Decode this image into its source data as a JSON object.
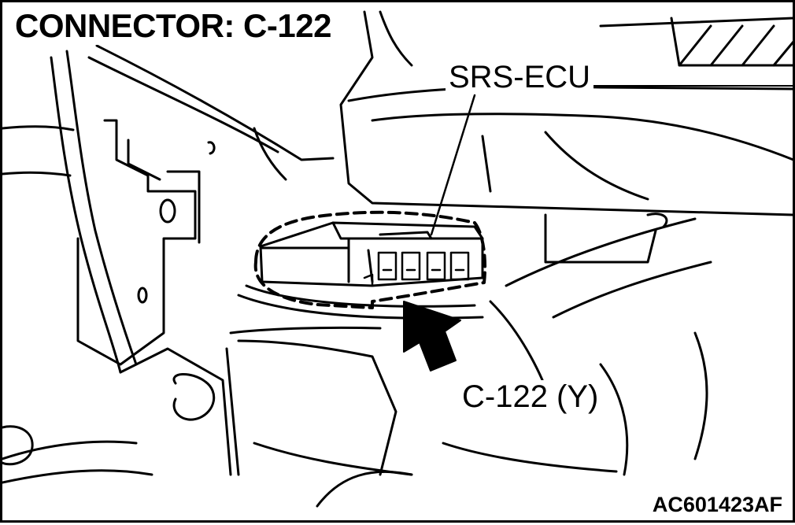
{
  "title": "CONNECTOR: C-122",
  "labels": {
    "srs_ecu": "SRS-ECU",
    "connector": "C-122 (Y)"
  },
  "figure_code": "AC601423AF",
  "colors": {
    "line": "#000000",
    "background": "#ffffff"
  }
}
